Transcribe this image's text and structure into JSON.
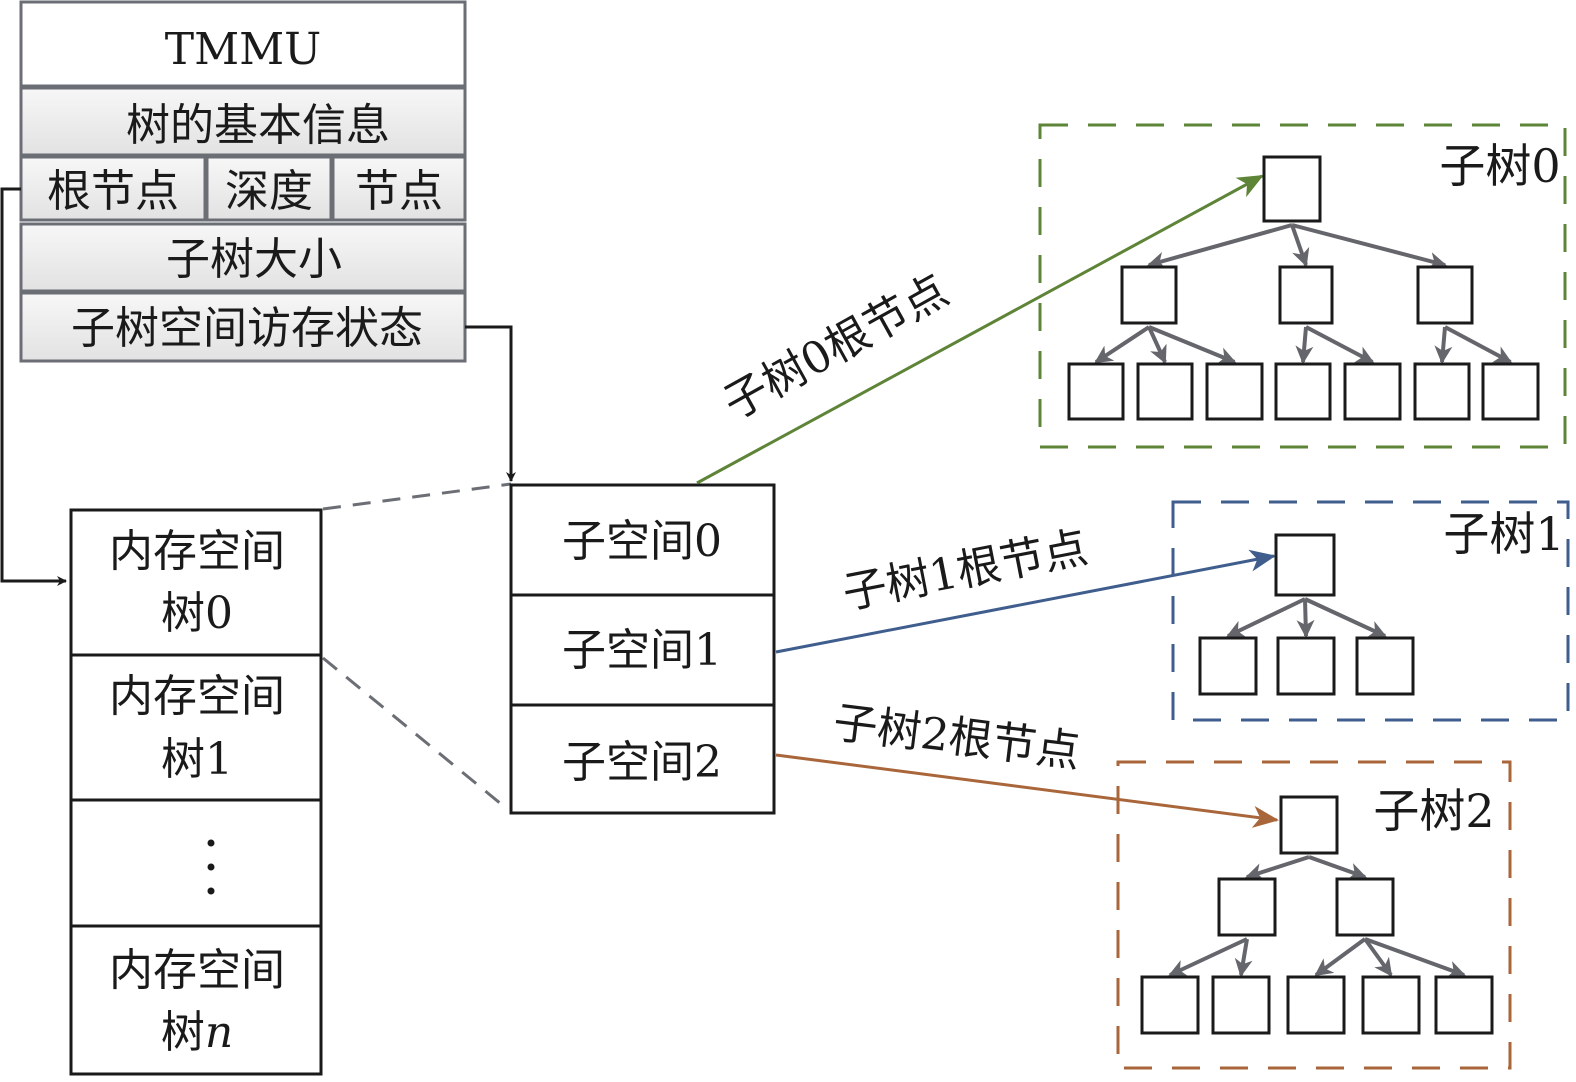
{
  "tmmu": {
    "title": "TMMU",
    "basic_info": "树的基本信息",
    "root_node": "根节点",
    "depth": "深度",
    "nodes": "节点",
    "subtree_size": "子树大小",
    "access_state": "子树空间访存状态"
  },
  "memory_trees": [
    {
      "line1": "内存空间",
      "line2": "树0"
    },
    {
      "line1": "内存空间",
      "line2": "树1"
    },
    {
      "ellipsis": "⋮"
    },
    {
      "line1": "内存空间",
      "line2_prefix": "树",
      "line2_italic": "n"
    }
  ],
  "subspaces": [
    "子空间0",
    "子空间1",
    "子空间2"
  ],
  "subtrees": [
    {
      "label": "子树0",
      "edge_label": "子树0根节点",
      "color": "#5e8437",
      "levels": [
        1,
        3,
        7
      ]
    },
    {
      "label": "子树1",
      "edge_label": "子树1根节点",
      "color": "#3f5e8e",
      "levels": [
        1,
        3
      ]
    },
    {
      "label": "子树2",
      "edge_label": "子树2根节点",
      "color": "#a9663a",
      "levels": [
        1,
        2,
        5
      ]
    }
  ],
  "colors": {
    "box_fill_gray": "#ececec",
    "box_stroke_gray": "#6b6e74",
    "tree_arrow": "#64666c",
    "dashed_link": "#6b6e74",
    "ink": "#1a1a1a"
  }
}
